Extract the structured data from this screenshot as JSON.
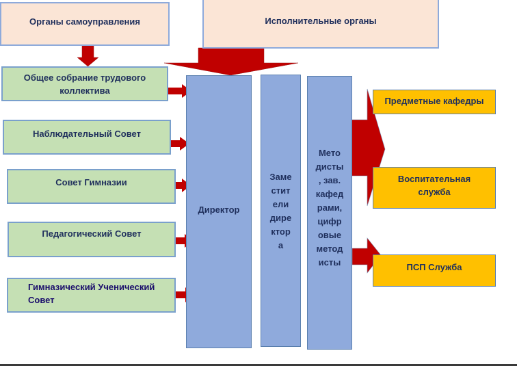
{
  "header": {
    "self_government": "Органы самоуправления",
    "executive": "Исполнительные органы"
  },
  "self_government_bodies": [
    {
      "line1": "Общее собрание трудового",
      "line2": "коллектива"
    },
    {
      "line1": "Наблюдательный Совет",
      "line2": ""
    },
    {
      "line1": "Совет Гимназии",
      "line2": ""
    },
    {
      "line1": "Педагогический Совет",
      "line2": ""
    },
    {
      "line1": "Гимназический Ученический",
      "line2": "Совет"
    }
  ],
  "executive_bodies": {
    "director": "Директор",
    "deputies": [
      "Заме",
      "стит",
      "ели",
      "дире",
      "ктор",
      "а"
    ],
    "methodists": [
      "Мето",
      "дисты",
      ", зав.",
      "кафед",
      "рами,",
      "цифр",
      "овые",
      "метод",
      "исты"
    ]
  },
  "departments": [
    {
      "line1": "Предметные кафедры",
      "line2": ""
    },
    {
      "line1": "Воспитательная",
      "line2": "служба"
    },
    {
      "line1": "ПСП Служба",
      "line2": ""
    }
  ],
  "colors": {
    "header_fill": "#fbe5d6",
    "council_fill": "#c5e0b4",
    "executive_fill": "#8faadc",
    "department_fill": "#ffc000",
    "arrow": "#c00000",
    "text": "#1f2f5c"
  }
}
